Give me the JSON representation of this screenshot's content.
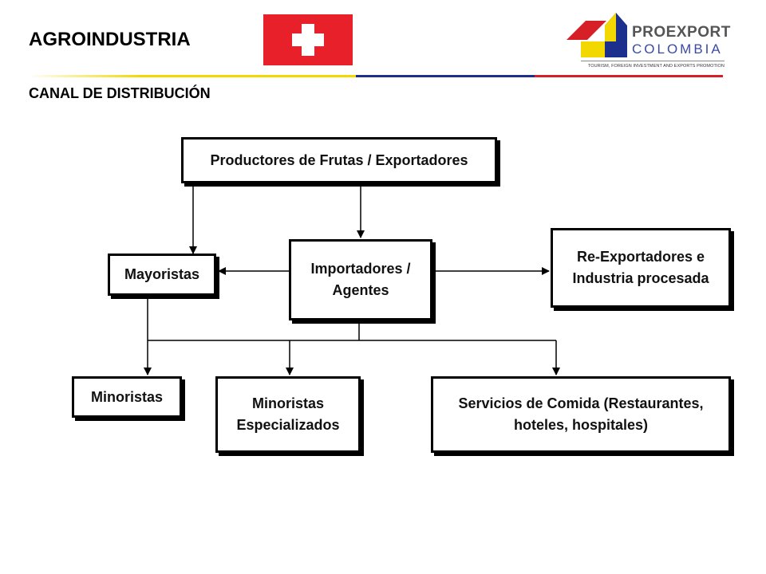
{
  "header": {
    "title": "AGROINDUSTRIA",
    "subtitle": "CANAL DE DISTRIBUCIÓN"
  },
  "flag": {
    "name": "swiss-flag",
    "color": "#e8202a"
  },
  "logo": {
    "word1": "PROEXPORT",
    "word2": "COLOMBIA",
    "tagline": "TOURISM, FOREIGN INVESTMENT AND EXPORTS PROMOTION",
    "colors": {
      "yellow": "#f2d700",
      "blue": "#1c2f8c",
      "red": "#d61f26"
    }
  },
  "diagram": {
    "nodes": {
      "productores": "Productores de Frutas / Exportadores",
      "mayoristas": "Mayoristas",
      "importadores": "Importadores /\nAgentes",
      "reexportadores": "Re-Exportadores e\nIndustria procesada",
      "minoristas": "Minoristas",
      "minoristas_especializados": "Minoristas\nEspecializados",
      "servicios": "Servicios de Comida (Restaurantes,\nhoteles, hospitales)"
    },
    "edges": [
      {
        "from": "productores",
        "to": "mayoristas"
      },
      {
        "from": "productores",
        "to": "importadores"
      },
      {
        "from": "importadores",
        "to": "mayoristas"
      },
      {
        "from": "importadores",
        "to": "reexportadores"
      },
      {
        "from": "mayoristas",
        "to": "minoristas"
      },
      {
        "from": "importadores",
        "to": "minoristas"
      },
      {
        "from": "importadores",
        "to": "minoristas_especializados"
      },
      {
        "from": "importadores",
        "to": "servicios"
      }
    ]
  }
}
